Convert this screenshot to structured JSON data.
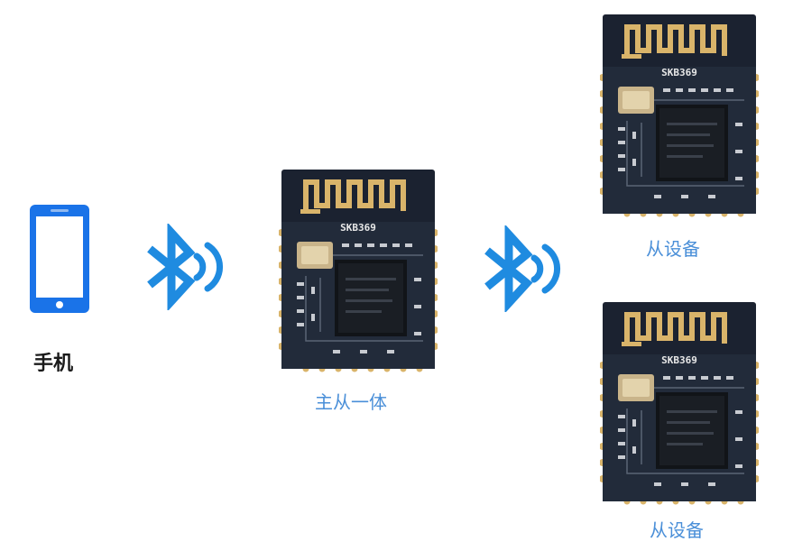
{
  "colors": {
    "bluetooth": "#1f8be0",
    "phone": "#1a73e8",
    "label_blue": "#4a8fd8",
    "label_dark": "#1a1a1a",
    "pcb": "#1b2230",
    "gold": "#d9b46a"
  },
  "nodes": {
    "phone": {
      "icon": "smartphone-icon",
      "label": "手机"
    },
    "master": {
      "chip_marking": "SKB369",
      "label": "主从一体"
    },
    "slave_top": {
      "chip_marking": "SKB369",
      "label": "从设备"
    },
    "slave_bottom": {
      "chip_marking": "SKB369",
      "label": "从设备"
    }
  },
  "links": [
    {
      "from": "phone",
      "to": "master",
      "icon": "bluetooth-icon"
    },
    {
      "from": "master",
      "to": "slaves",
      "icon": "bluetooth-icon"
    }
  ]
}
